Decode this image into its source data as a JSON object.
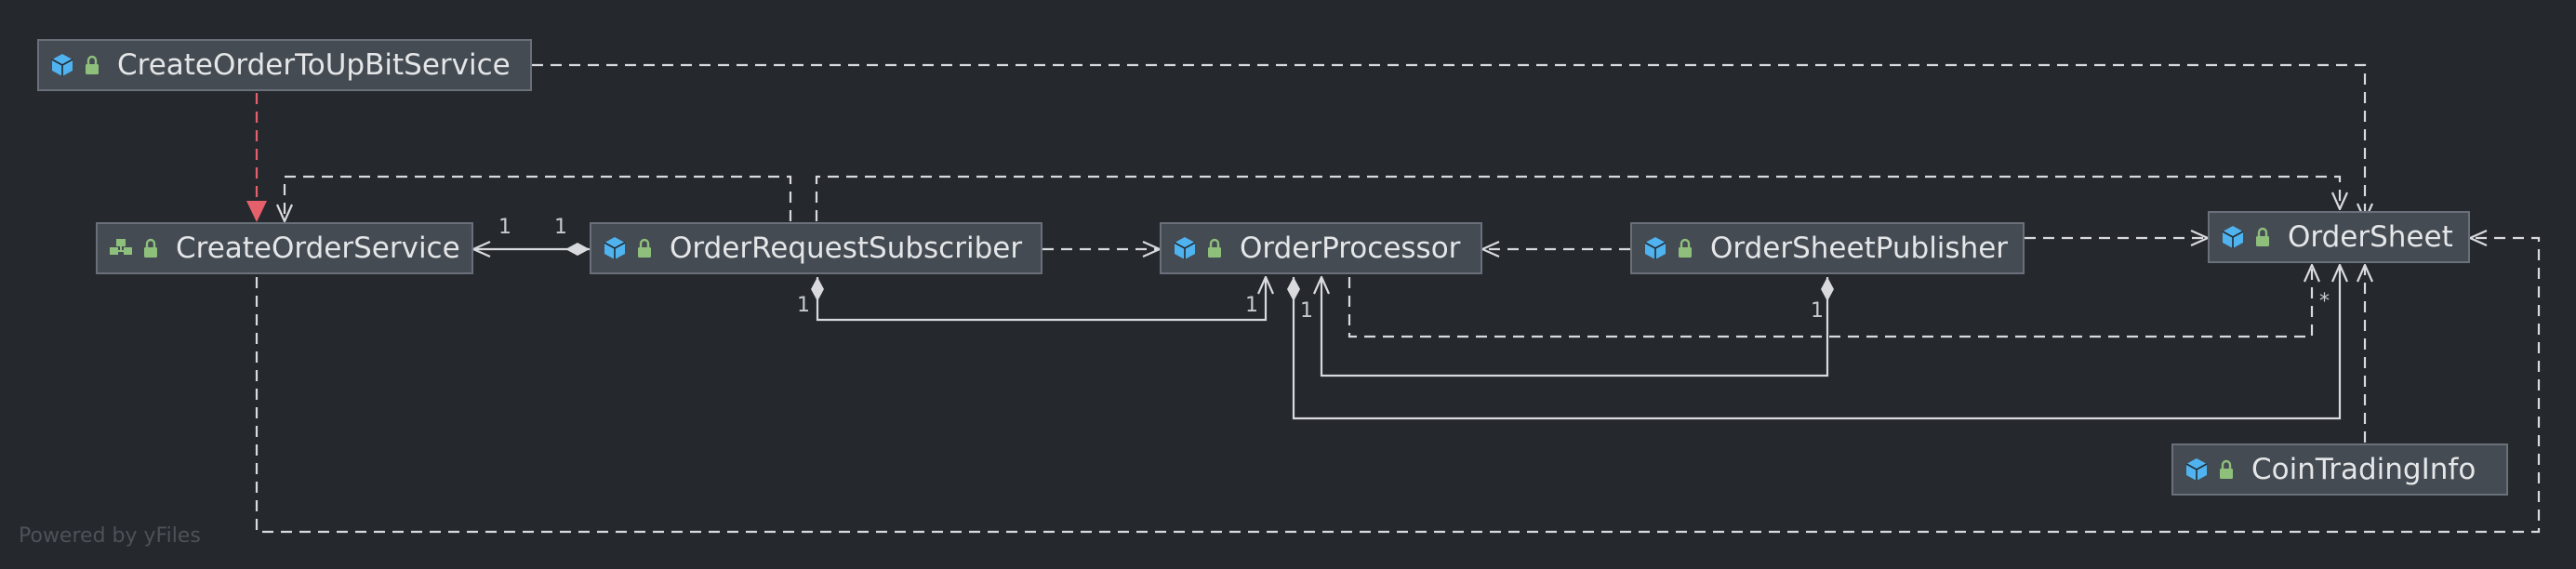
{
  "classes": [
    {
      "id": "create-order-to-upbit-service",
      "name": "CreateOrderToUpBitService",
      "kind": "class"
    },
    {
      "id": "create-order-service",
      "name": "CreateOrderService",
      "kind": "interface"
    },
    {
      "id": "order-request-subscriber",
      "name": "OrderRequestSubscriber",
      "kind": "class"
    },
    {
      "id": "order-processor",
      "name": "OrderProcessor",
      "kind": "class"
    },
    {
      "id": "order-sheet-publisher",
      "name": "OrderSheetPublisher",
      "kind": "class"
    },
    {
      "id": "order-sheet",
      "name": "OrderSheet",
      "kind": "class"
    },
    {
      "id": "coin-trading-info",
      "name": "CoinTradingInfo",
      "kind": "class"
    }
  ],
  "multiplicities": {
    "m1": "1",
    "m2": "1",
    "m3": "1",
    "m4": "1",
    "m5": "1",
    "m6": "1",
    "m7": "*"
  },
  "footer": "Powered by yFiles",
  "colors": {
    "background": "#25292e",
    "node_fill": "#454b53",
    "node_border": "#6a7079",
    "edge": "#d8dadd",
    "implements_edge": "#e5606b",
    "class_icon": "#4fb3f0",
    "interface_icon": "#8ec07c",
    "lock": "#8ec07c"
  }
}
